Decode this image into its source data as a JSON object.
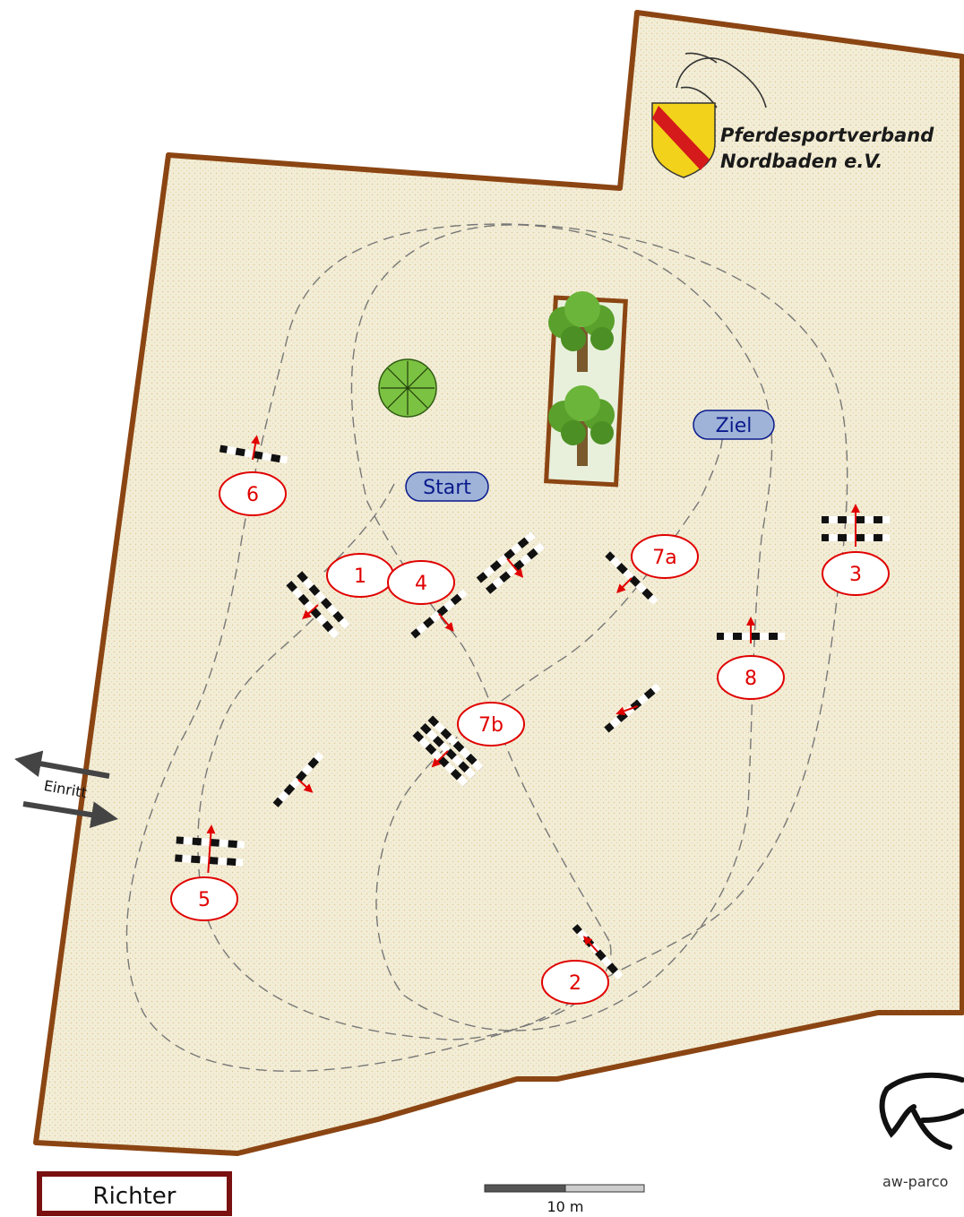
{
  "logo": {
    "line1": "Pferdesportverband",
    "line2": "Nordbaden e.V."
  },
  "markers": {
    "start": "Start",
    "finish": "Ziel"
  },
  "entrance": "Einritt",
  "judge": "Richter",
  "scale": "10 m",
  "credit": "aw-parco",
  "fence_labels": {
    "f1": "1",
    "f2": "2",
    "f3": "3",
    "f4": "4",
    "f5": "5",
    "f6": "6",
    "f7a": "7a",
    "f7b": "7b",
    "f8": "8"
  },
  "colors": {
    "arena_border": "#8b4513",
    "arena_fill": "#f3ecd6",
    "fence_number": "#e00000",
    "marker_fill": "#9fb3d8",
    "marker_text": "#0a1a8c",
    "judge_border": "#7a1010"
  }
}
